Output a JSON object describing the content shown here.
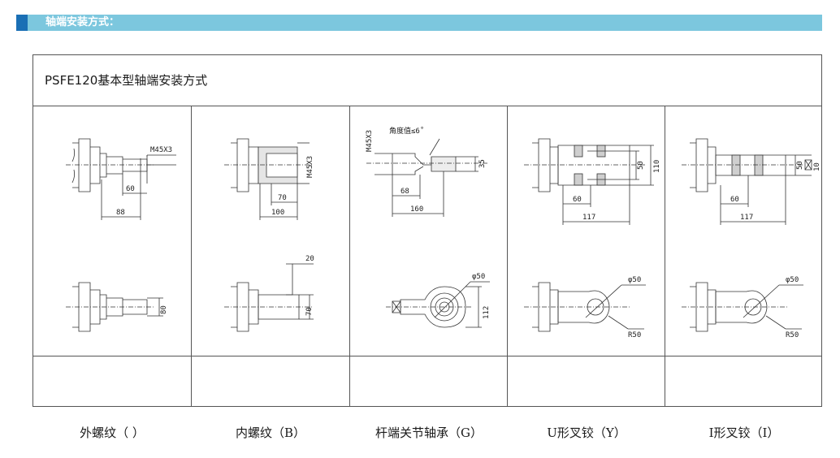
{
  "header": {
    "title": "轴端安装方式："
  },
  "table": {
    "title": "PSFE120基本型轴端安装方式",
    "columns": [
      {
        "caption": "外螺纹（  ）",
        "top_labels": {
          "thread": "M45X3",
          "inner": "60",
          "outer": "88"
        },
        "bottom_labels": {
          "height": "80"
        }
      },
      {
        "caption": "内螺纹（B）",
        "top_labels": {
          "thread": "M45X3",
          "inner": "70",
          "outer": "100"
        },
        "bottom_labels": {
          "width": "20",
          "height": "70"
        }
      },
      {
        "caption": "杆端关节轴承（G）",
        "top_labels": {
          "thread": "M45X3",
          "note": "角度值≤6˚",
          "height": "35",
          "inner": "68",
          "outer": "160"
        },
        "bottom_labels": {
          "dia": "φ50",
          "height": "112"
        }
      },
      {
        "caption": "U形叉铰（Y）",
        "top_labels": {
          "h1": "50",
          "h2": "110",
          "inner": "60",
          "outer": "117"
        },
        "bottom_labels": {
          "dia": "φ50",
          "radius": "R50"
        }
      },
      {
        "caption": "I形叉铰（I）",
        "top_labels": {
          "h1": "50",
          "h2": "10",
          "inner": "60",
          "outer": "117"
        },
        "bottom_labels": {
          "dia": "φ50",
          "radius": "R50"
        }
      }
    ]
  },
  "colors": {
    "header_bar": "#7cc7de",
    "header_accent": "#1a6fb5",
    "line": "#555555"
  }
}
